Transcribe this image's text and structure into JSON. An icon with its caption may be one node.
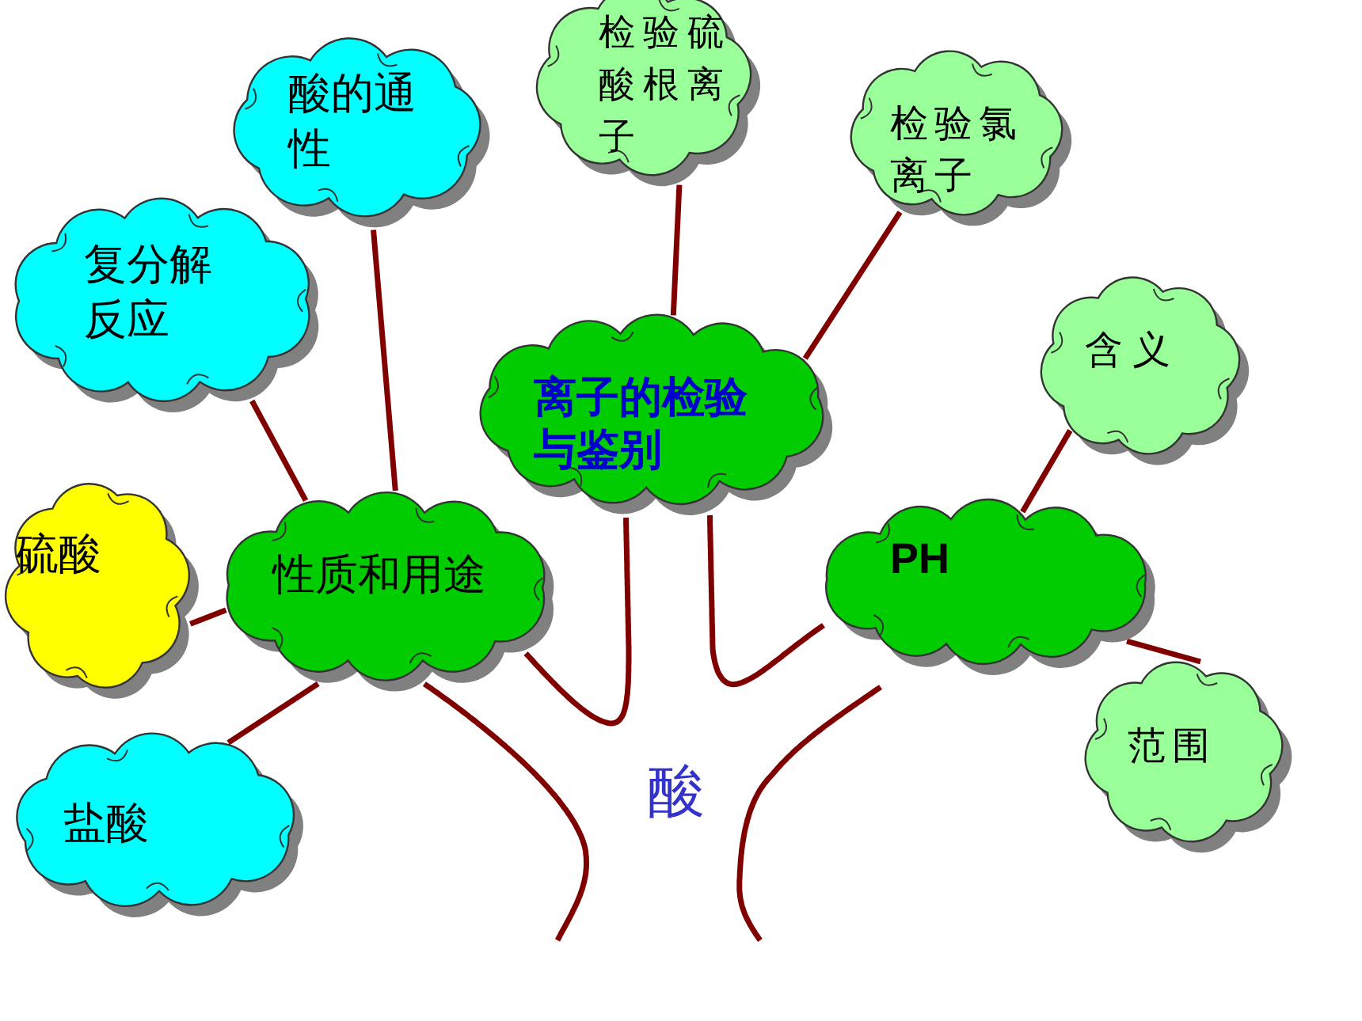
{
  "diagram": {
    "nodes": [
      {
        "text": [
          "检验硫酸根离子"
        ]
      },
      {
        "text": [
          "酸的通性"
        ]
      },
      {
        "text": [
          "检验氯离子"
        ]
      },
      {
        "text": [
          "复分解反应"
        ]
      },
      {
        "text": [
          "含义"
        ]
      },
      {
        "text": [
          "离子的检验与鉴别"
        ]
      },
      {
        "text": [
          "硫酸"
        ]
      },
      {
        "text": [
          "性质和用途"
        ]
      },
      {
        "text": [
          "PH"
        ]
      },
      {
        "text": [
          "范围"
        ]
      },
      {
        "text": [
          "盐酸"
        ]
      },
      {
        "text": [
          "酸"
        ]
      }
    ],
    "edges": [
      {
        "from": 7,
        "to": 1,
        "arrow": "none"
      },
      {
        "from": 7,
        "to": 3,
        "arrow": "none"
      },
      {
        "from": 7,
        "to": 6,
        "arrow": "none"
      },
      {
        "from": 7,
        "to": 10,
        "arrow": "none"
      },
      {
        "from": 5,
        "to": 0,
        "arrow": "none"
      },
      {
        "from": 5,
        "to": 2,
        "arrow": "none"
      },
      {
        "from": 8,
        "to": 4,
        "arrow": "none"
      },
      {
        "from": 8,
        "to": 9,
        "arrow": "none"
      }
    ]
  }
}
